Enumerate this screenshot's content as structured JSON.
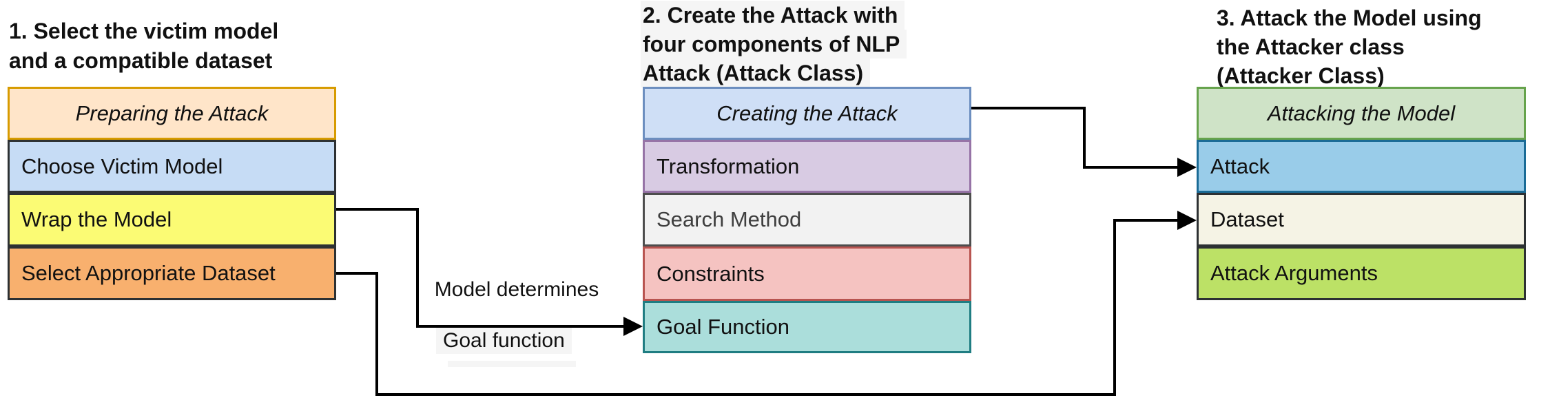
{
  "canvas": {
    "background": "#FFFFFF",
    "connector_color": "#000000"
  },
  "steps": [
    {
      "heading": {
        "lines": [
          "1. Select the victim model",
          "and a compatible dataset"
        ],
        "highlight": null
      },
      "table": {
        "header": {
          "label": "Preparing the Attack",
          "fill": "#FFE5C9",
          "border": "#D79B00",
          "text": "#111111"
        },
        "rows": [
          {
            "label": "Choose Victim Model",
            "fill": "#C6DCF5",
            "border": "#2D3133",
            "text": "#111111"
          },
          {
            "label": "Wrap the Model",
            "fill": "#FBFB74",
            "border": "#2D3133",
            "text": "#111111"
          },
          {
            "label": "Select Appropriate Dataset",
            "fill": "#F8B06E",
            "border": "#2D3133",
            "text": "#111111"
          }
        ]
      }
    },
    {
      "heading": {
        "lines": [
          "2. Create the Attack with",
          "four components of NLP",
          "Attack (Attack Class)"
        ],
        "highlight": "#F5F5F5"
      },
      "table": {
        "header": {
          "label": "Creating the Attack",
          "fill": "#CFDFF6",
          "border": "#6C8EBF",
          "text": "#111111"
        },
        "rows": [
          {
            "label": "Transformation",
            "fill": "#D8CBE3",
            "border": "#9673A6",
            "text": "#111111"
          },
          {
            "label": "Search Method",
            "fill": "#F2F2F2",
            "border": "#4D4D4D",
            "text": "#3F3F3F"
          },
          {
            "label": "Constraints",
            "fill": "#F5C3C1",
            "border": "#B85450",
            "text": "#111111"
          },
          {
            "label": "Goal Function",
            "fill": "#ABDEDB",
            "border": "#1F7D82",
            "text": "#111111"
          }
        ]
      }
    },
    {
      "heading": {
        "lines": [
          "3. Attack the Model using",
          "the Attacker class",
          "(Attacker Class)"
        ],
        "highlight": null
      },
      "table": {
        "header": {
          "label": "Attacking the Model",
          "fill": "#CFE3C7",
          "border": "#66A34C",
          "text": "#111111"
        },
        "rows": [
          {
            "label": "Attack",
            "fill": "#99CCE9",
            "border": "#1A6B96",
            "text": "#111111"
          },
          {
            "label": "Dataset",
            "fill": "#F5F3E5",
            "border": "#2D3133",
            "text": "#111111"
          },
          {
            "label": "Attack Arguments",
            "fill": "#BCE166",
            "border": "#2D3133",
            "text": "#111111"
          }
        ]
      }
    }
  ],
  "edge_label": {
    "line1": "Model determines",
    "line2": "Goal function",
    "line2_highlight": "#F5F5F5"
  }
}
